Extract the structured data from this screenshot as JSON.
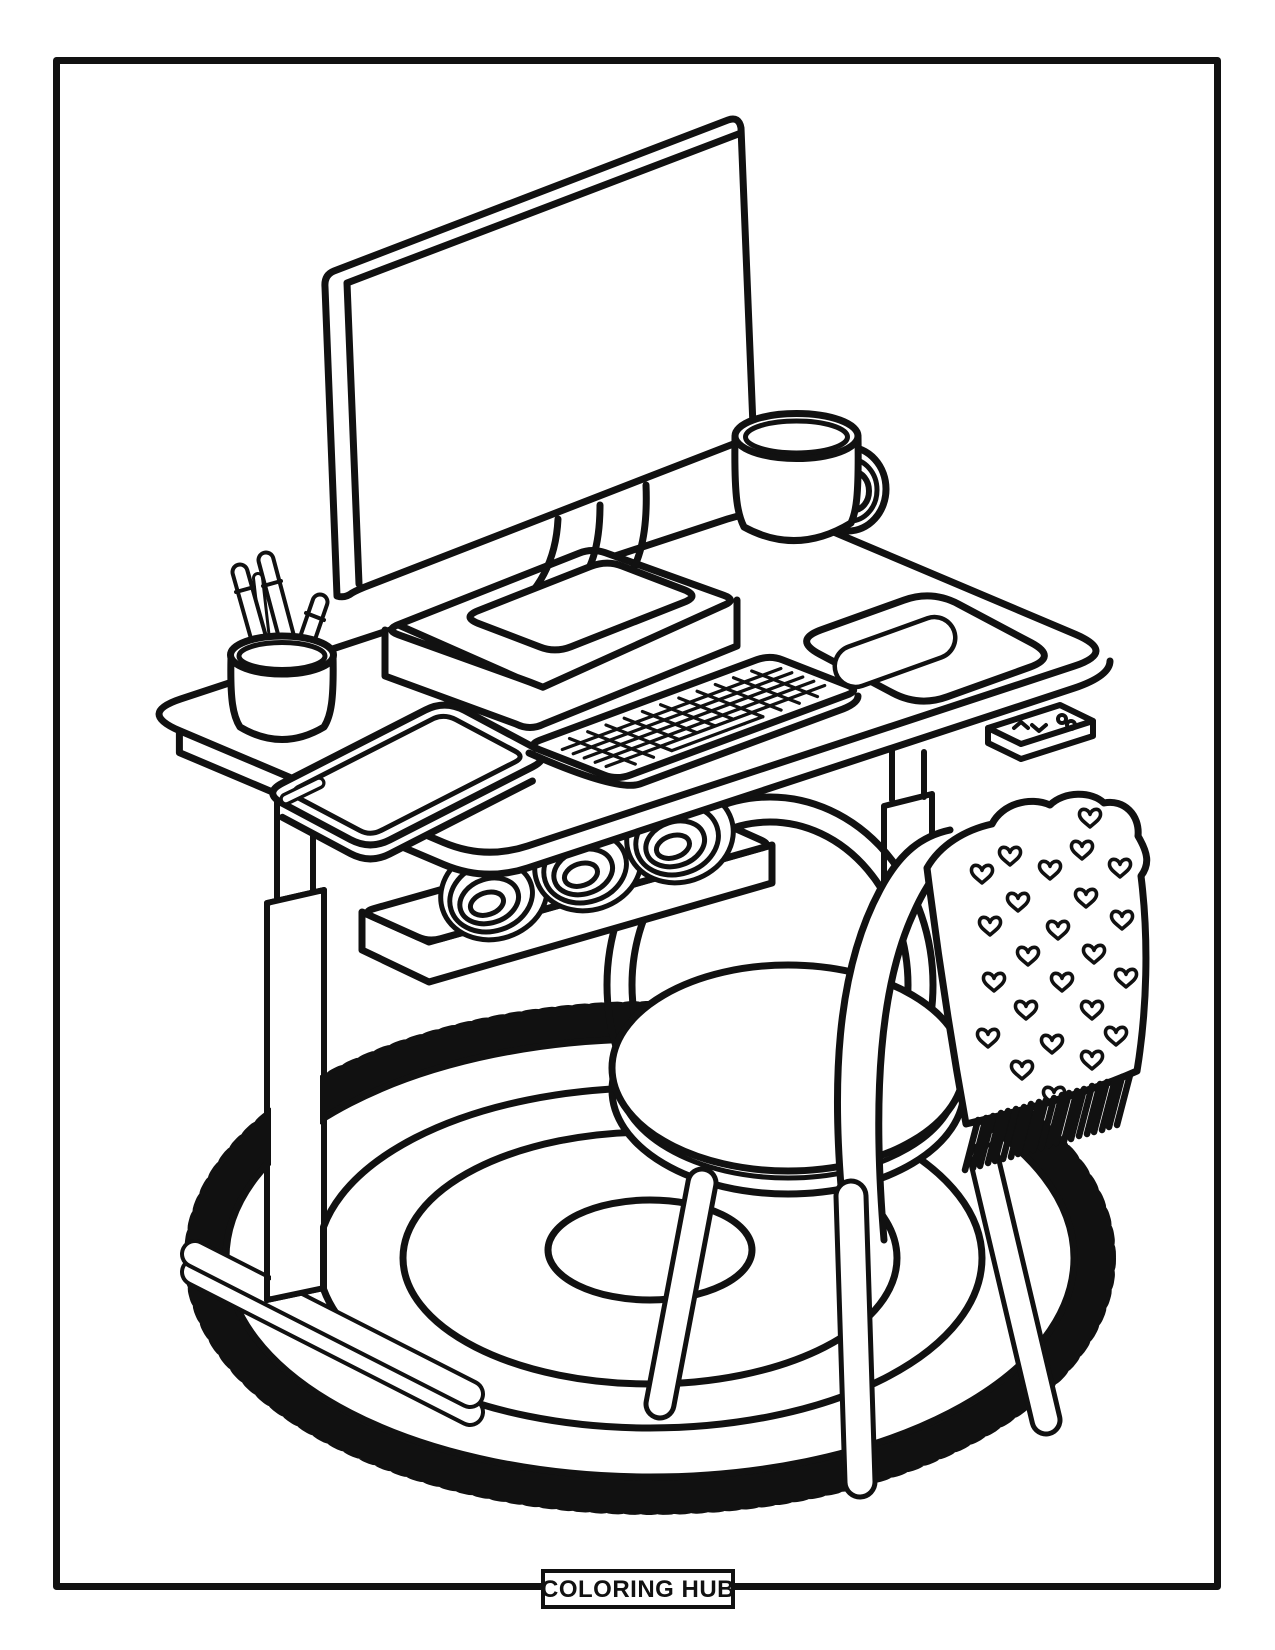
{
  "footer": {
    "brand_label": "COLORING HUB"
  },
  "palette": {
    "ink": "#111111",
    "paper": "#ffffff"
  },
  "scene": {
    "type": "coloring-page-line-art",
    "objects": [
      "computer-monitor",
      "monitor-stand",
      "monitor-riser-box",
      "coffee-mug",
      "pencil-cup",
      "pens-and-pencils",
      "tablet",
      "stylus-pen",
      "keyboard",
      "mouse-pad",
      "computer-mouse",
      "standing-desk",
      "desk-height-controller",
      "under-desk-cable-tray",
      "cable-coils",
      "hanging-cable-loop",
      "desk-leg-left",
      "desk-foot-left",
      "desk-leg-right",
      "chair-seat",
      "chair-back",
      "chair-legs",
      "heart-patterned-blanket",
      "blanket-fringe",
      "round-rug",
      "rug-fringe",
      "rug-rings"
    ],
    "blanket_pattern": "hearts",
    "rug_ring_count": 3
  }
}
